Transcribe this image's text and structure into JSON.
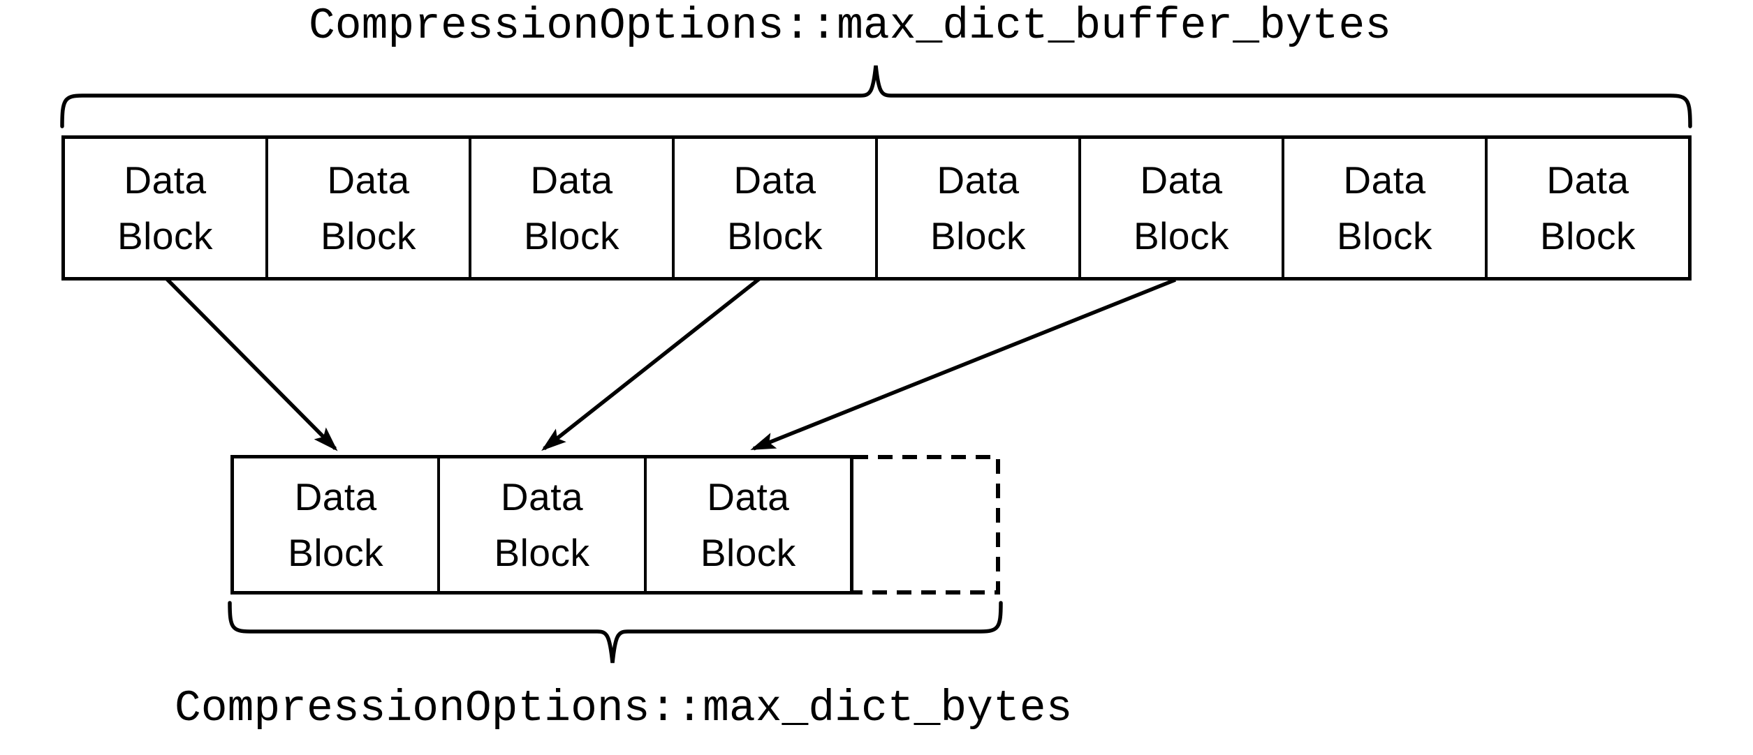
{
  "labels": {
    "top": "CompressionOptions::max_dict_buffer_bytes",
    "bottom": "CompressionOptions::max_dict_bytes"
  },
  "buffer_row": {
    "blocks": [
      {
        "line1": "Data",
        "line2": "Block"
      },
      {
        "line1": "Data",
        "line2": "Block"
      },
      {
        "line1": "Data",
        "line2": "Block"
      },
      {
        "line1": "Data",
        "line2": "Block"
      },
      {
        "line1": "Data",
        "line2": "Block"
      },
      {
        "line1": "Data",
        "line2": "Block"
      },
      {
        "line1": "Data",
        "line2": "Block"
      },
      {
        "line1": "Data",
        "line2": "Block"
      }
    ]
  },
  "dict_row": {
    "blocks": [
      {
        "line1": "Data",
        "line2": "Block"
      },
      {
        "line1": "Data",
        "line2": "Block"
      },
      {
        "line1": "Data",
        "line2": "Block"
      }
    ],
    "pending_block": ""
  },
  "arrows": [
    {
      "from_buffer_block": 1,
      "to_dict_block": 1
    },
    {
      "from_buffer_block": 4,
      "to_dict_block": 2
    },
    {
      "from_buffer_block": 6,
      "to_dict_block": 3
    }
  ],
  "colors": {
    "ink": "#000000",
    "background": "#ffffff"
  }
}
